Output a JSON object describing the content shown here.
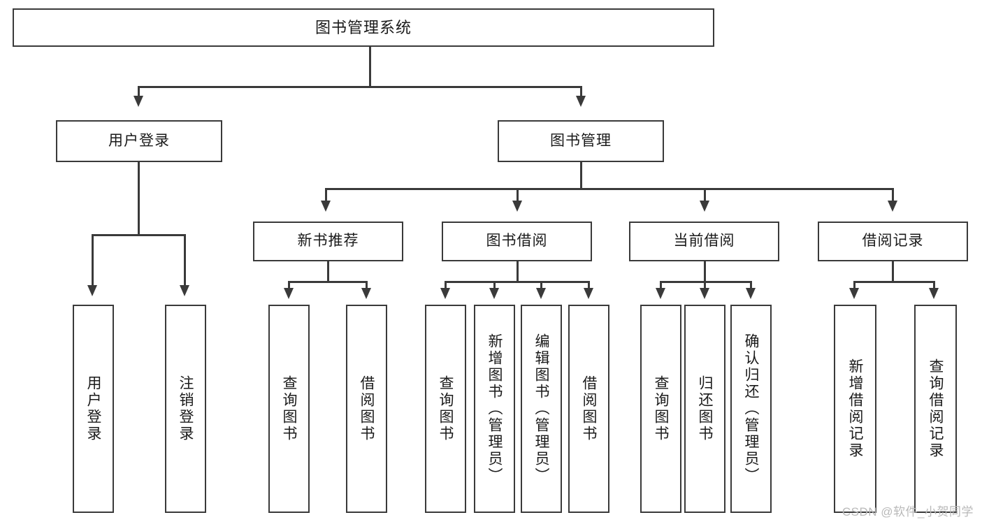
{
  "diagram": {
    "type": "tree-hierarchy",
    "title": "图书管理系统",
    "root": {
      "id": "root",
      "label": "图书管理系统"
    },
    "level1": [
      {
        "id": "user-login",
        "label": "用户登录"
      },
      {
        "id": "book-manage",
        "label": "图书管理"
      }
    ],
    "level2": [
      {
        "id": "new-book-recommend",
        "label": "新书推荐",
        "parent": "book-manage"
      },
      {
        "id": "book-borrow",
        "label": "图书借阅",
        "parent": "book-manage"
      },
      {
        "id": "current-borrow",
        "label": "当前借阅",
        "parent": "book-manage"
      },
      {
        "id": "borrow-record",
        "label": "借阅记录",
        "parent": "book-manage"
      }
    ],
    "leaves": [
      {
        "id": "leaf-user-login",
        "label": "用户登录",
        "parent": "user-login"
      },
      {
        "id": "leaf-user-logout",
        "label": "注销登录",
        "parent": "user-login"
      },
      {
        "id": "leaf-query-book-1",
        "label": "查询图书",
        "parent": "new-book-recommend"
      },
      {
        "id": "leaf-borrow-book-1",
        "label": "借阅图书",
        "parent": "new-book-recommend"
      },
      {
        "id": "leaf-query-book-2",
        "label": "查询图书",
        "parent": "book-borrow"
      },
      {
        "id": "leaf-add-book",
        "label": "新增图书（管理员）",
        "parent": "book-borrow"
      },
      {
        "id": "leaf-edit-book",
        "label": "编辑图书（管理员）",
        "parent": "book-borrow"
      },
      {
        "id": "leaf-borrow-book-2",
        "label": "借阅图书",
        "parent": "book-borrow"
      },
      {
        "id": "leaf-query-book-3",
        "label": "查询图书",
        "parent": "current-borrow"
      },
      {
        "id": "leaf-return-book",
        "label": "归还图书",
        "parent": "current-borrow"
      },
      {
        "id": "leaf-confirm-return",
        "label": "确认归还（管理员）",
        "parent": "current-borrow"
      },
      {
        "id": "leaf-add-record",
        "label": "新增借阅记录",
        "parent": "borrow-record"
      },
      {
        "id": "leaf-query-record",
        "label": "查询借阅记录",
        "parent": "borrow-record"
      }
    ]
  },
  "watermark": {
    "text": "CSDN @软件_小贺同学"
  },
  "colors": {
    "stroke": "#3a3a3a",
    "text": "#1a1a1a",
    "background": "#ffffff",
    "watermark": "#b9b9b9"
  }
}
